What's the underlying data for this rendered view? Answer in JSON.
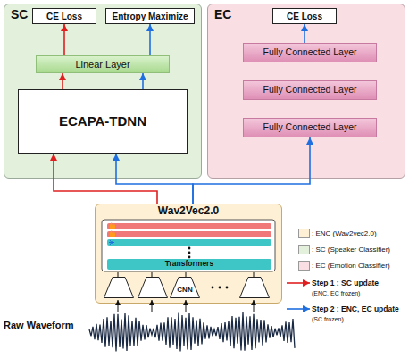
{
  "diagram": {
    "nodes": [
      {
        "text": [
          "SC"
        ]
      },
      {
        "text": [
          "CE Loss"
        ],
        "in": 0
      },
      {
        "text": [
          "Entropy Maximize"
        ],
        "in": 0
      },
      {
        "text": [
          "Linear Layer"
        ],
        "in": 0
      },
      {
        "text": [
          "ECAPA-TDNN"
        ],
        "in": 0
      },
      {
        "text": [
          "EC"
        ]
      },
      {
        "text": [
          "CE Loss"
        ],
        "in": 5
      },
      {
        "text": [
          "Fully Connected Layer"
        ],
        "in": 5
      },
      {
        "text": [
          "Fully Connected Layer"
        ],
        "in": 5
      },
      {
        "text": [
          "Fully Connected Layer"
        ],
        "in": 5
      },
      {
        "text": [
          "Wav2Vec2.0"
        ]
      },
      {
        "text": [
          "Transformers"
        ],
        "in": 10
      },
      {
        "text": [
          "CNN"
        ],
        "in": 10
      }
    ],
    "edges": [
      {
        "from": 10,
        "to": 4,
        "arrow": "to"
      },
      {
        "from": 10,
        "to": 4,
        "arrow": "to"
      },
      {
        "from": 10,
        "to": 9,
        "arrow": "to"
      },
      {
        "from": 4,
        "to": 3,
        "arrow": "to"
      },
      {
        "from": 4,
        "to": 3,
        "arrow": "to"
      },
      {
        "from": 3,
        "to": 1,
        "arrow": "to"
      },
      {
        "from": 3,
        "to": 2,
        "arrow": "to"
      },
      {
        "from": 7,
        "to": 6,
        "arrow": "to"
      }
    ],
    "labels": [
      "(ENC, EC frozen)",
      "(SC frozen)",
      "Raw Waveform"
    ],
    "legend": [
      {
        "text": ": ENC (Wav2vec2.0)",
        "color": "#fdf0d5"
      },
      {
        "text": ": SC (Speaker Classifier)",
        "color": "#e3f1dc"
      },
      {
        "text": ": EC (Emotion Classifier)",
        "color": "#f9dfe3"
      },
      {
        "text": "Step 1 : SC update"
      },
      {
        "text": "Step 2 : ENC, EC update"
      }
    ]
  }
}
